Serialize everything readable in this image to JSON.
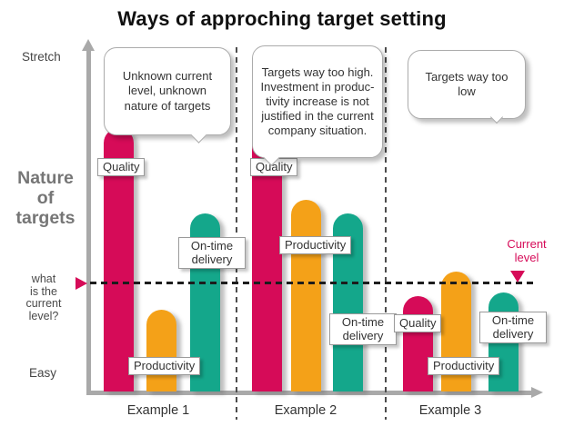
{
  "title": "Ways of approching target setting",
  "colors": {
    "quality_pink": "#d60b58",
    "productivity_orange": "#f4a118",
    "ontime_teal": "#14a78b",
    "axis_gray": "#a9a9a9",
    "current_level_accent": "#d60b58"
  },
  "axis": {
    "top_label": "Stretch",
    "bottom_label": "Easy",
    "nature_title": "Nature\nof\ntargets",
    "current_question": "what\nis the\ncurrent\nlevel?",
    "current_level_label": "Current\nlevel"
  },
  "callouts": [
    {
      "text": "Unknown current\nlevel, unknown\nnature of targets"
    },
    {
      "text": "Targets way too high.\nInvestment in produc-\ntivity increase is not\njustified in the current\ncompany situation."
    },
    {
      "text": "Targets way too low"
    }
  ],
  "chart_data": {
    "type": "bar",
    "title": "Ways of approching target setting",
    "categories": [
      "Example 1",
      "Example 2",
      "Example 3"
    ],
    "series": [
      {
        "name": "Quality",
        "color": "#d60b58",
        "values": [
          77,
          76,
          28
        ]
      },
      {
        "name": "Productivity",
        "color": "#f4a118",
        "values": [
          24,
          56,
          35
        ]
      },
      {
        "name": "On-time delivery",
        "color": "#14a78b",
        "values": [
          52,
          52,
          29
        ]
      }
    ],
    "ylabel": "Nature of targets",
    "xlabel": "",
    "y_axis_qualitative_range": [
      "Easy",
      "Stretch"
    ],
    "current_level_line": 32,
    "ylim": [
      0,
      100
    ],
    "grid": false,
    "legend_position": "labels-on-bars",
    "annotations": [
      "Unknown current level, unknown nature of targets",
      "Targets way too high. Investment in productivity increase is not justified in the current company situation.",
      "Targets way too low",
      "Current level"
    ]
  }
}
